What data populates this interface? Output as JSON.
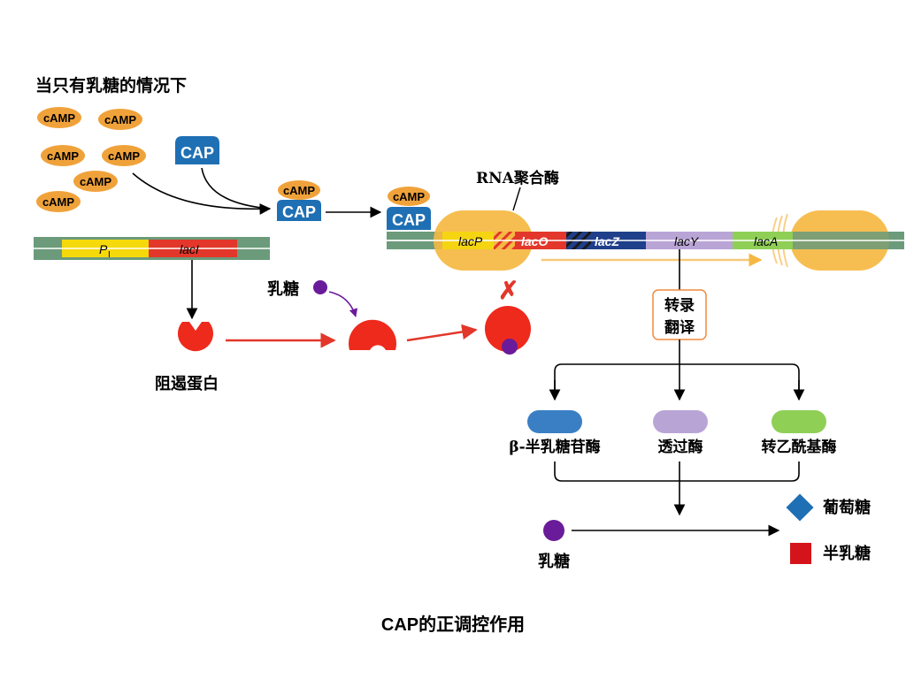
{
  "title": "当只有乳糖的情况下",
  "camp_label": "cAMP",
  "cap_label": "CAP",
  "rna_polymerase_label": "RNA聚合酶",
  "regulator_gene": {
    "promoter": "P",
    "promoter_sub": "I",
    "gene": "lacI"
  },
  "operon_genes": {
    "lacP": "lacP",
    "lacO": "lacO",
    "lacZ": "lacZ",
    "lacY": "lacY",
    "lacA": "lacA"
  },
  "repressor_label": "阻遏蛋白",
  "lactose_label": "乳糖",
  "transcription_label_line1": "转录",
  "transcription_label_line2": "翻译",
  "enzymes": [
    {
      "name": "β-半乳糖苷酶",
      "color": "#3a7fc4"
    },
    {
      "name": "透过酶",
      "color": "#b9a4d6"
    },
    {
      "name": "转乙酰基酶",
      "color": "#8fcf56"
    }
  ],
  "products": {
    "glucose": "葡萄糖",
    "galactose": "半乳糖"
  },
  "blocked_mark": "✗",
  "caption": "CAP的正调控作用",
  "colors": {
    "camp": "#f0a23a",
    "cap": "#1f6fb4",
    "dna_green": "#6b9b7b",
    "promoter_yellow": "#f5d90a",
    "laci_red": "#e2372a",
    "polymerase": "#f5b842",
    "repressor": "#ee2a1c",
    "lactose": "#6a1b9a",
    "glucose": "#1f6fb4",
    "galactose": "#d4141a",
    "transcription_arrow": "#f8c878",
    "box_border": "#f08a3c"
  }
}
